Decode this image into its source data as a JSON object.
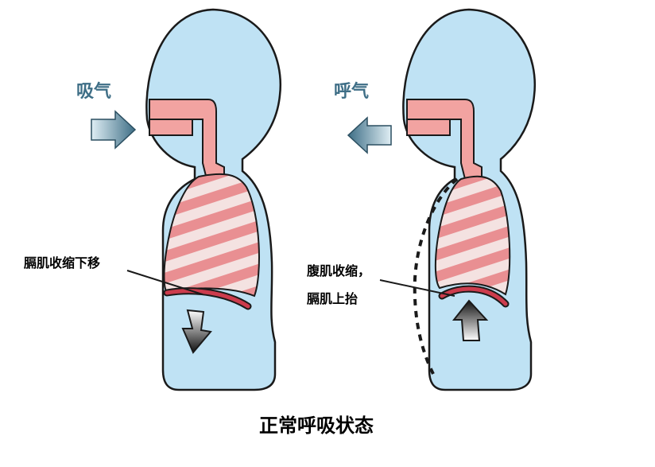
{
  "inhale": {
    "label": "吸气",
    "note": "膈肌收缩下移"
  },
  "exhale": {
    "label": "呼气",
    "note_line1": "腹肌收缩，",
    "note_line2": "膈肌上抬"
  },
  "caption": "正常呼吸状态",
  "colors": {
    "body": "#bfe2f4",
    "airway": "#f2a3a1",
    "lung_stripe": "#e98f92",
    "lung_light": "#f4e2e1",
    "diaphragm": "#cc3c4d",
    "arrow": "#3e6e86",
    "outline": "#1a1a1a"
  },
  "icons": [
    "inhale-arrow-icon",
    "exhale-arrow-icon",
    "diaphragm-down-arrow-icon",
    "diaphragm-up-arrow-icon"
  ]
}
